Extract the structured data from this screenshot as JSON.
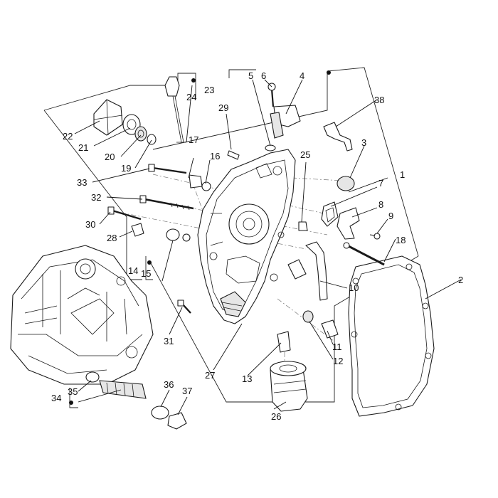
{
  "diagram": {
    "callouts": [
      "1",
      "2",
      "3",
      "4",
      "5",
      "6",
      "7",
      "8",
      "9",
      "10",
      "11",
      "12",
      "13",
      "14",
      "15",
      "16",
      "17",
      "18",
      "19",
      "20",
      "21",
      "22",
      "23",
      "24",
      "25",
      "26",
      "27",
      "28",
      "29",
      "30",
      "31",
      "32",
      "33",
      "34",
      "35",
      "36",
      "37",
      "38"
    ]
  },
  "colors": {
    "line": "#1a1a1a",
    "background": "#ffffff"
  }
}
